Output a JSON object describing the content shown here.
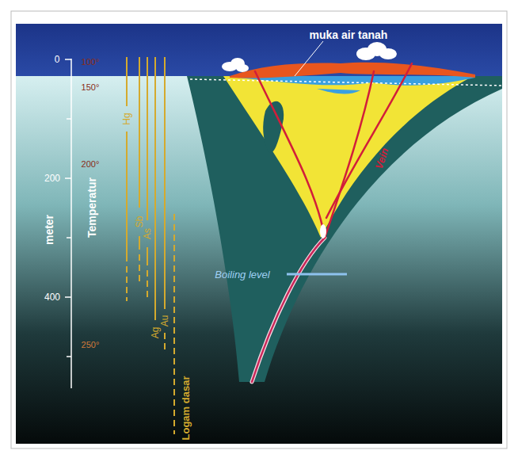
{
  "diagram": {
    "labels": [
      "muka air tanah",
      "0",
      "100°",
      "150°",
      "200°",
      "200",
      "400",
      "250°",
      "meter",
      "Temperatur",
      "Hg",
      "Sb",
      "As",
      "Ag",
      "Au",
      "Logam dasar",
      "Vein",
      "Boiling level"
    ]
  }
}
